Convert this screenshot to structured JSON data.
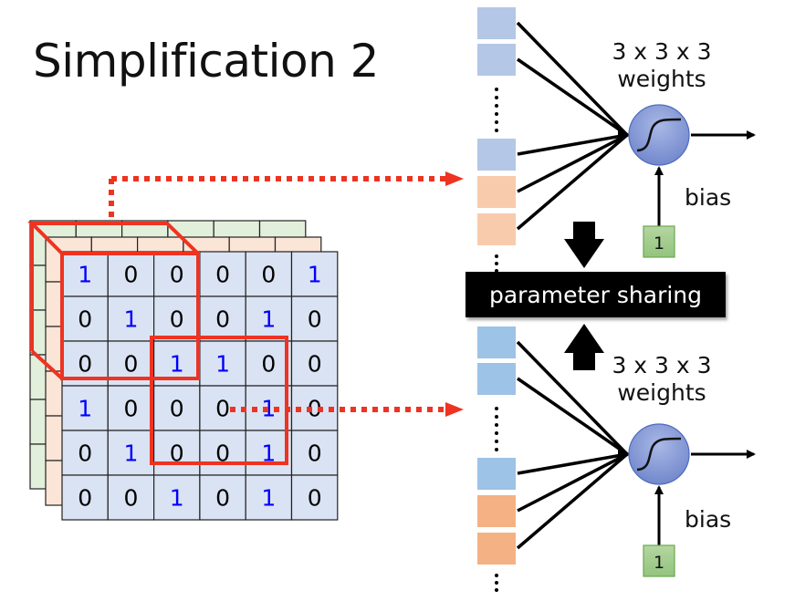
{
  "slide": {
    "title": "Simplification 2"
  },
  "input_volume": {
    "front_layer": [
      [
        "1",
        "0",
        "0",
        "0",
        "0",
        "1"
      ],
      [
        "0",
        "1",
        "0",
        "0",
        "1",
        "0"
      ],
      [
        "0",
        "0",
        "1",
        "1",
        "0",
        "0"
      ],
      [
        "1",
        "0",
        "0",
        "0",
        "1",
        "0"
      ],
      [
        "0",
        "1",
        "0",
        "0",
        "1",
        "0"
      ],
      [
        "0",
        "0",
        "1",
        "0",
        "1",
        "0"
      ]
    ],
    "layer_colors": [
      "#dae3f3",
      "#fbe5d6",
      "#e2efda"
    ],
    "one_color": "#0000ff",
    "zero_color": "#000000",
    "highlight_color": "#ee3322"
  },
  "neurons": [
    {
      "weights_label": "3 x 3 x 3\nweights",
      "weights_line1": "3 x 3 x 3",
      "weights_line2": "weights",
      "bias_label": "bias",
      "bias_value": "1",
      "input_colors": [
        "#b4c7e7",
        "#b4c7e7",
        "#b4c7e7",
        "#f8cbad",
        "#f8cbad"
      ]
    },
    {
      "weights_line1": "3 x 3 x 3",
      "weights_line2": "weights",
      "bias_label": "bias",
      "bias_value": "1",
      "input_colors": [
        "#9dc3e6",
        "#9dc3e6",
        "#9dc3e6",
        "#f4b183",
        "#f4b183"
      ]
    }
  ],
  "parameter_sharing": {
    "label": "parameter sharing"
  },
  "icons": {
    "activation": "sigmoid-icon",
    "arrow_down": "block-arrow-down-icon",
    "arrow_up": "block-arrow-up-icon"
  }
}
